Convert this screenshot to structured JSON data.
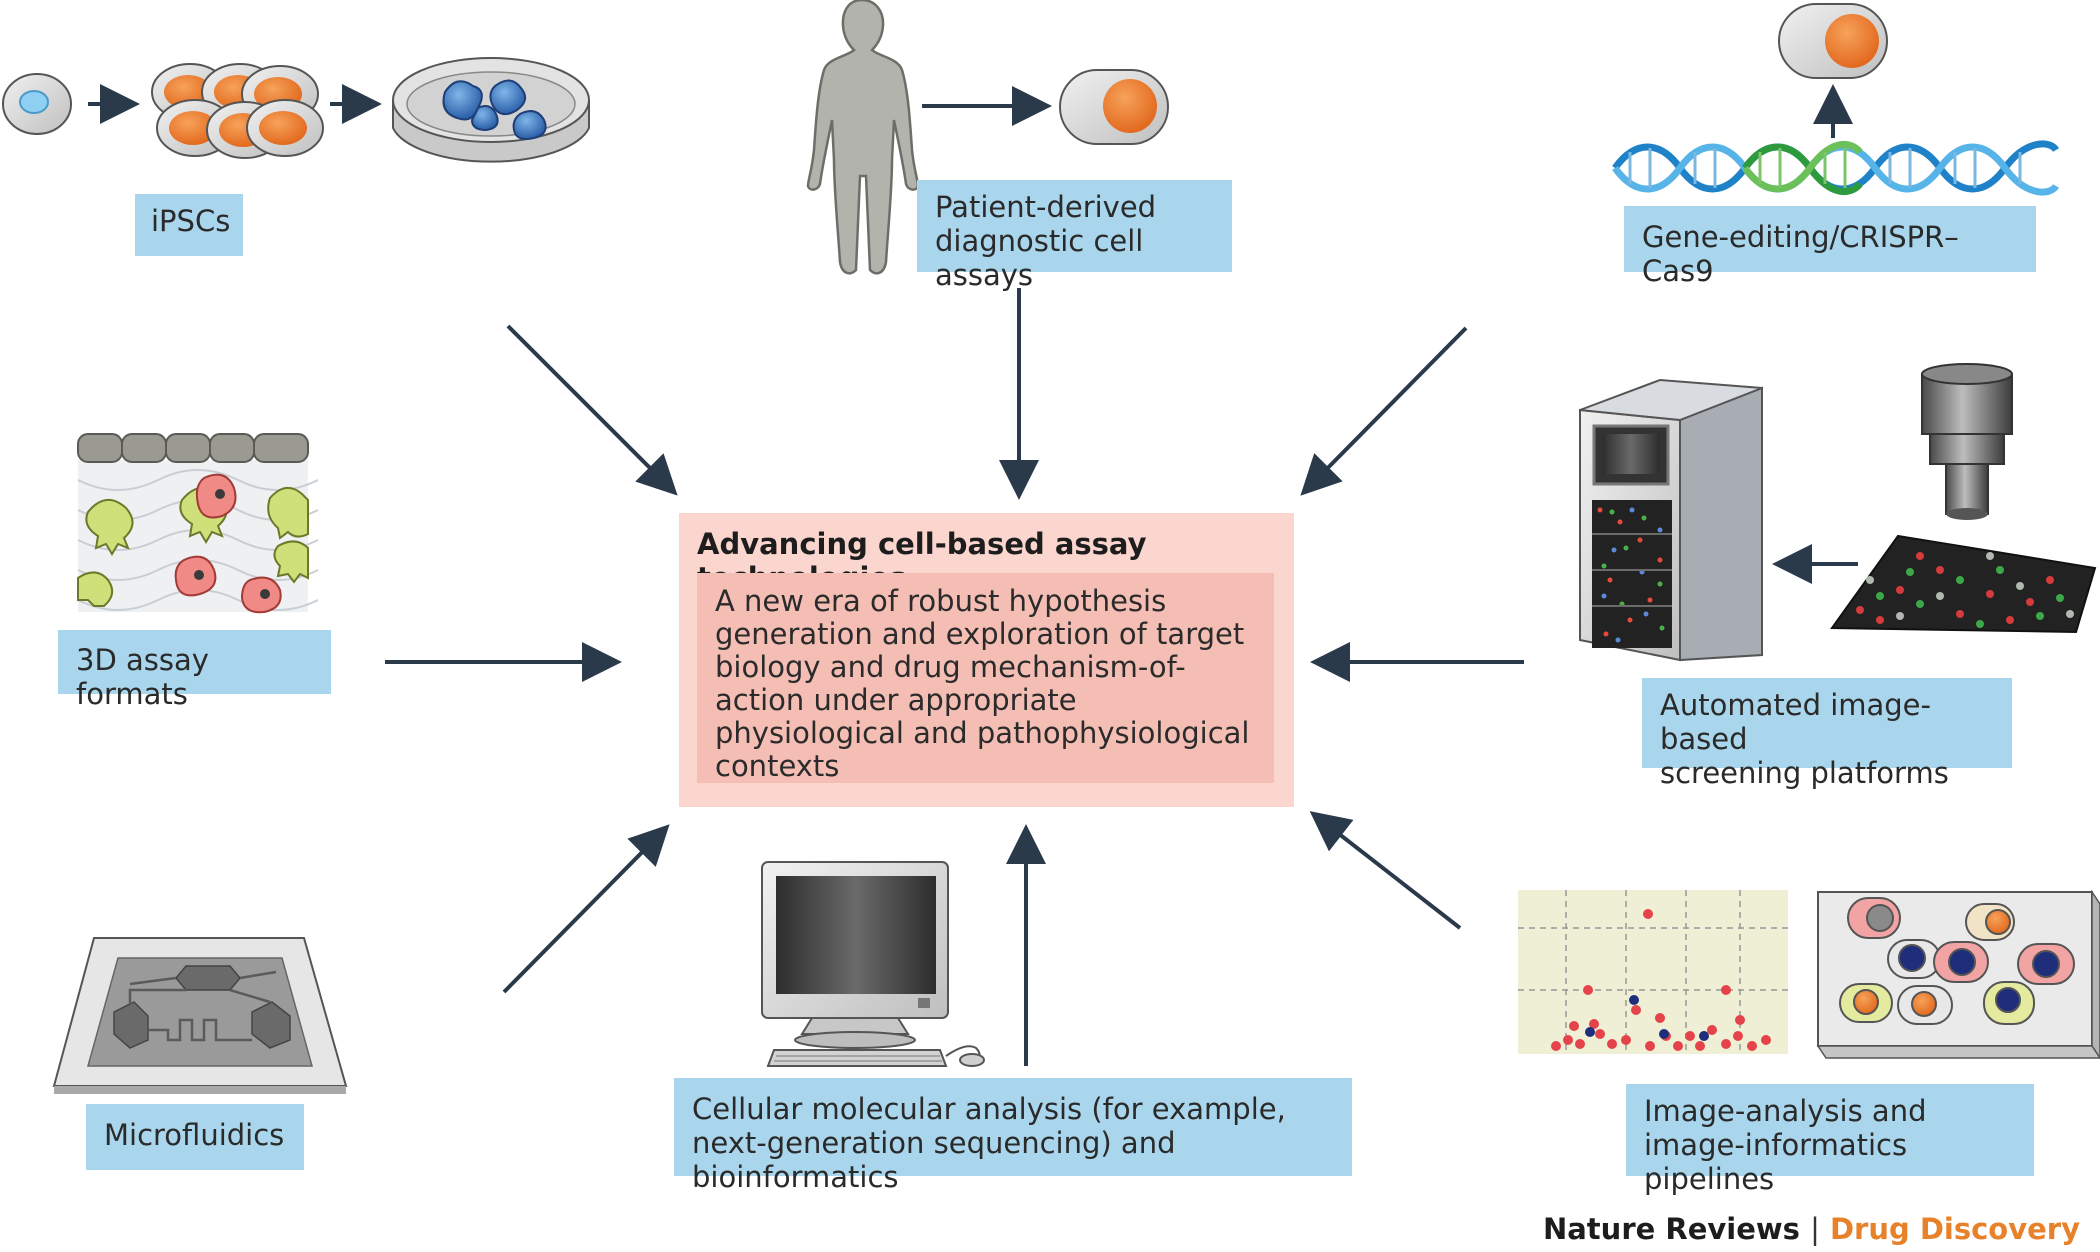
{
  "center": {
    "title": "Advancing cell-based assay technologies",
    "body": "A new era of robust hypothesis generation and exploration of target biology and drug mechanism-of-action under appropriate physiological and pathophysiological contexts"
  },
  "labels": {
    "ipscs": "iPSCs",
    "patient_1": "Patient-derived",
    "patient_2": "diagnostic cell assays",
    "crispr": "Gene-editing/CRISPR–Cas9",
    "assay3d": "3D assay formats",
    "automated_1": "Automated image-based",
    "automated_2": "screening platforms",
    "microfluidics": "Microfluidics",
    "cellular_1": "Cellular molecular analysis (for example,",
    "cellular_2": "next-generation sequencing) and bioinformatics",
    "image_1": "Image-analysis and",
    "image_2": "image-informatics pipelines"
  },
  "credit": {
    "publisher": "Nature Reviews",
    "separator": "|",
    "journal": "Drug Discovery"
  },
  "colors": {
    "label_bg": "#a9d6ec",
    "center_outer": "#fbd6cf",
    "center_inner": "#f5beb4",
    "arrow": "#2b3a4a",
    "journal": "#e8822a"
  }
}
